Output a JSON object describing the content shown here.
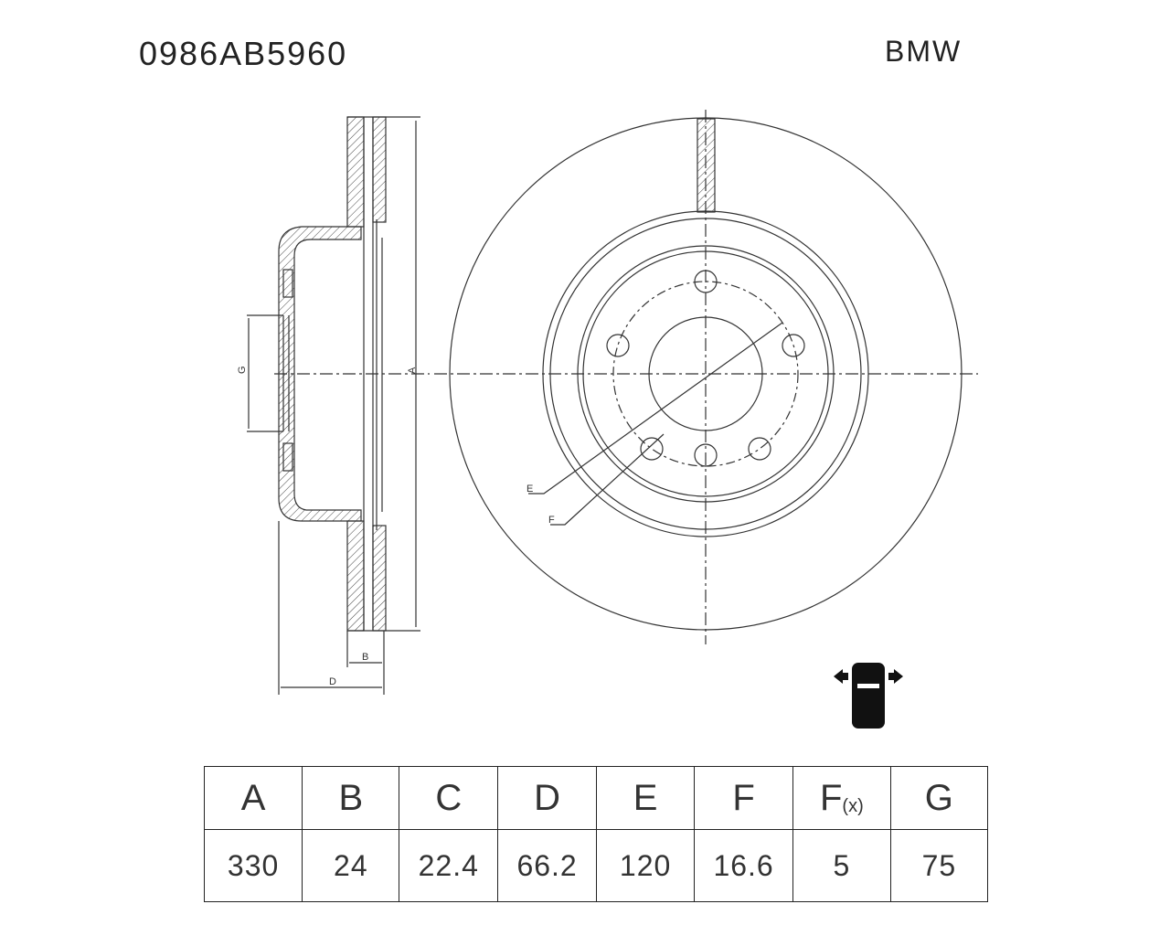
{
  "header": {
    "part_number": "0986AB5960",
    "brand": "BMW"
  },
  "drawing": {
    "labels": {
      "A": "A",
      "B": "B",
      "D": "D",
      "G": "G",
      "E": "E",
      "F": "F"
    },
    "icon": "car-front-axle-icon"
  },
  "table": {
    "headers": [
      "A",
      "B",
      "C",
      "D",
      "E",
      "F",
      "F",
      "G"
    ],
    "header_sub": "(x)",
    "values": [
      "330",
      "24",
      "22.4",
      "66.2",
      "120",
      "16.6",
      "5",
      "75"
    ]
  }
}
